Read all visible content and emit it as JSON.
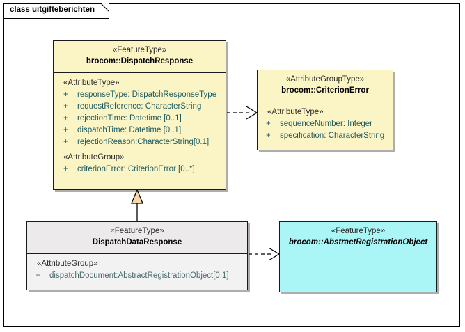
{
  "diagram": {
    "frame_label": "class uitgifteberichten",
    "colors": {
      "feature_type_fill": "#fbf4c4",
      "attribute_group_type_fill": "#fbf4c4",
      "abstract_fill": "#aaf5f5",
      "plain_fill": "#f2f2f2",
      "border": "#1a1a1a",
      "attribute_text": "#1d5c63",
      "generalization_fill": "#f6d9ab"
    }
  },
  "classes": {
    "dispatch_response": {
      "stereotype": "«FeatureType»",
      "name": "brocom::DispatchResponse",
      "compartments": [
        {
          "group": "«AttributeType»",
          "attributes": [
            {
              "visibility": "+",
              "text": "responseType: DispatchResponseType"
            },
            {
              "visibility": "+",
              "text": "requestReference: CharacterString"
            },
            {
              "visibility": "+",
              "text": "rejectionTime: Datetime [0..1]"
            },
            {
              "visibility": "+",
              "text": "dispatchTime: Datetime [0..1]"
            },
            {
              "visibility": "+",
              "text": "rejectionReason:CharacterString[0.1]"
            }
          ]
        },
        {
          "group": "«AttributeGroup»",
          "attributes": [
            {
              "visibility": "+",
              "text": "criterionError: CriterionError [0..*]"
            }
          ]
        }
      ]
    },
    "criterion_error": {
      "stereotype": "«AttributeGroupType»",
      "name": "brocom::CriterionError",
      "compartments": [
        {
          "group": "«AttributeType»",
          "attributes": [
            {
              "visibility": "+",
              "text": "sequenceNumber: Integer"
            },
            {
              "visibility": "+",
              "text": "specification: CharacterString"
            }
          ]
        }
      ]
    },
    "dispatch_data_response": {
      "stereotype": "«FeatureType»",
      "name": "DispatchDataResponse",
      "compartments": [
        {
          "group": "«AttributeGroup»",
          "attributes": [
            {
              "visibility": "+",
              "text": "dispatchDocument:AbstractRegistrationObject[0.1]"
            }
          ]
        }
      ]
    },
    "abstract_registration_object": {
      "stereotype": "«FeatureType»",
      "name": "brocom::AbstractRegistrationObject",
      "compartments": []
    }
  },
  "connectors": [
    {
      "name": "dependency-dispatchresponse-to-criterionerror",
      "type": "dependency",
      "style": "dashed-open-arrow",
      "from": "brocom::DispatchResponse",
      "to": "brocom::CriterionError"
    },
    {
      "name": "generalization-dispatchdataresponse-to-dispatchresponse",
      "type": "generalization",
      "style": "solid-hollow-triangle",
      "from": "DispatchDataResponse",
      "to": "brocom::DispatchResponse"
    },
    {
      "name": "dependency-dispatchdataresponse-to-abstractregistrationobject",
      "type": "dependency",
      "style": "dashed-open-arrow",
      "from": "DispatchDataResponse",
      "to": "brocom::AbstractRegistrationObject"
    }
  ]
}
